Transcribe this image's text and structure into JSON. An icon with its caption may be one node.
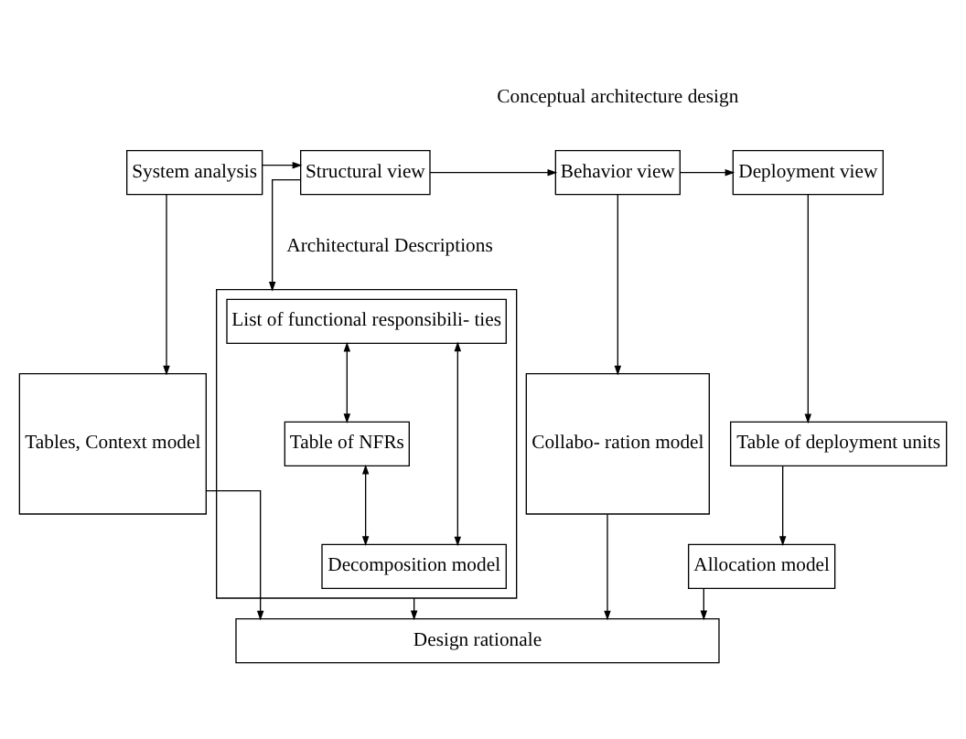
{
  "diagram": {
    "nodes": [
      {
        "text": [
          "System analysis"
        ]
      },
      {
        "text": [
          "Structural view"
        ]
      },
      {
        "text": [
          "Behavior view"
        ]
      },
      {
        "text": [
          "Deployment view"
        ]
      },
      {
        "text": [
          "Tables, Context model"
        ]
      },
      {
        "text": [],
        "shape": "box"
      },
      {
        "text": [
          "List of functional responsibili- ties"
        ],
        "in": 5
      },
      {
        "text": [
          "Table of NFRs"
        ],
        "in": 5
      },
      {
        "text": [
          "Decomposition model"
        ],
        "in": 5
      },
      {
        "text": [
          "Collabo- ration model"
        ]
      },
      {
        "text": [
          "Table of deployment units"
        ]
      },
      {
        "text": [
          "Allocation model"
        ]
      },
      {
        "text": [
          "Design rationale"
        ]
      }
    ],
    "edges": [
      {
        "from": 0,
        "to": 1,
        "arrow": "to"
      },
      {
        "from": 1,
        "to": 2,
        "arrow": "to"
      },
      {
        "from": 2,
        "to": 3,
        "arrow": "to"
      },
      {
        "from": 0,
        "to": 4,
        "arrow": "to"
      },
      {
        "from": 1,
        "to": 5,
        "arrow": "to"
      },
      {
        "from": 2,
        "to": 9,
        "arrow": "to"
      },
      {
        "from": 3,
        "to": 10,
        "arrow": "to"
      },
      {
        "from": 6,
        "to": 7,
        "arrow": "both"
      },
      {
        "from": 6,
        "to": 8,
        "arrow": "both"
      },
      {
        "from": 7,
        "to": 8,
        "arrow": "both"
      },
      {
        "from": 10,
        "to": 11,
        "arrow": "to"
      },
      {
        "from": 4,
        "to": 12,
        "arrow": "to"
      },
      {
        "from": 5,
        "to": 12,
        "arrow": "to"
      },
      {
        "from": 9,
        "to": 12,
        "arrow": "to"
      },
      {
        "from": 11,
        "to": 12,
        "arrow": "to"
      }
    ],
    "labels": [
      "Conceptual architecture design",
      "Architectural Descriptions"
    ]
  }
}
